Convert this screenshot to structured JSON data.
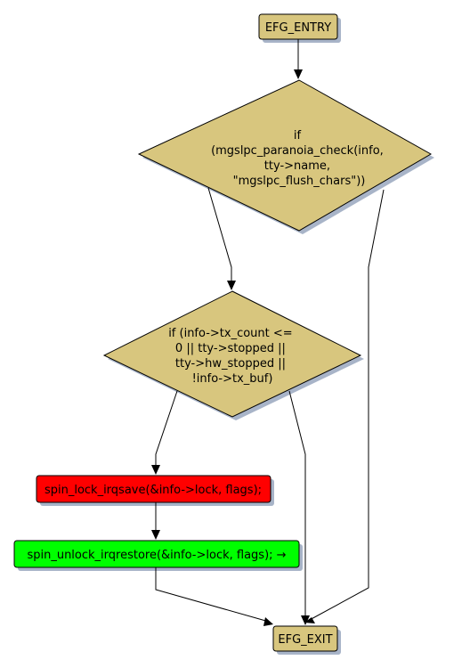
{
  "colors": {
    "decision_fill": "#d8c67e",
    "terminal_fill": "#d8c67e",
    "shadow": "#a8b4c8",
    "red_fill": "#ff0000",
    "green_fill": "#00ff00",
    "stroke": "#000000"
  },
  "nodes": {
    "entry": {
      "label": "EFG_ENTRY"
    },
    "check1": {
      "lines": [
        "if",
        "(mgslpc_paranoia_check(info,",
        "tty->name,",
        "\"mgslpc_flush_chars\"))"
      ]
    },
    "check2": {
      "lines": [
        "if (info->tx_count <=",
        "0 || tty->stopped ||",
        "tty->hw_stopped ||",
        "!info->tx_buf)"
      ]
    },
    "lock": {
      "label": "spin_lock_irqsave(&info->lock, flags);"
    },
    "unlock": {
      "label": "spin_unlock_irqrestore(&info->lock, flags); →"
    },
    "exit": {
      "label": "EFG_EXIT"
    }
  }
}
